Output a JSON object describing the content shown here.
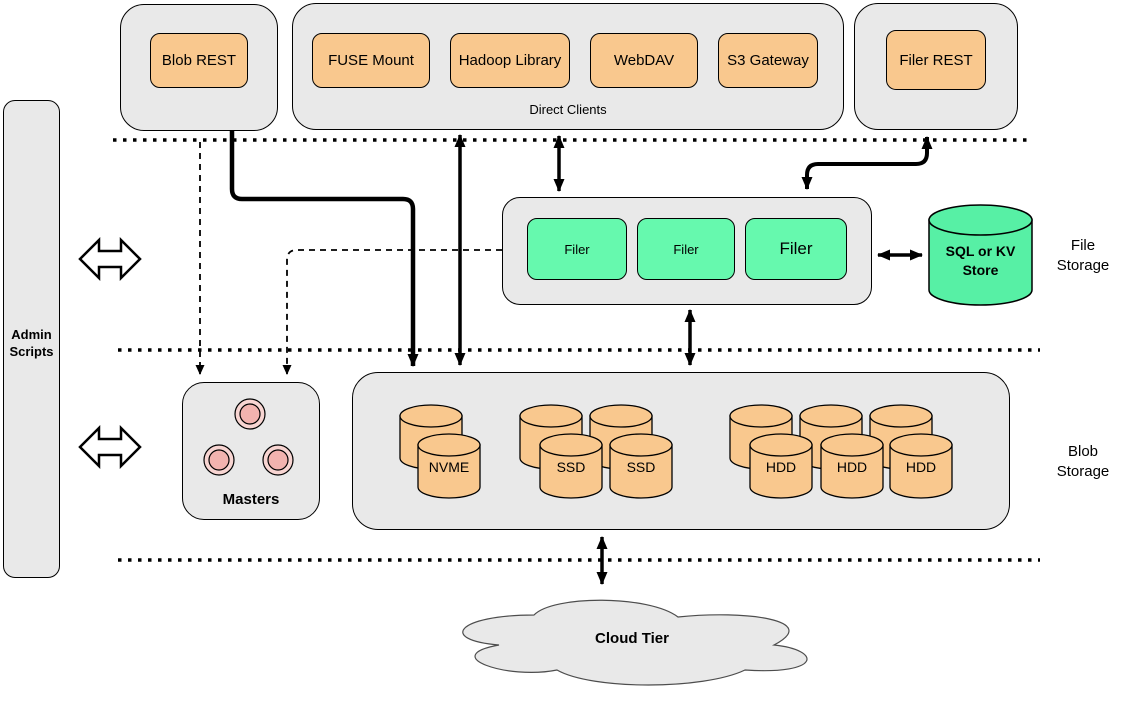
{
  "colors": {
    "node_gray": "#e9e9e9",
    "accent_orange": "#f9c88e",
    "filer_green": "#66f9ae",
    "store_green": "#57f0a5",
    "pink_outer": "#f8d5d2",
    "pink_inner": "#f2b3af"
  },
  "clients": {
    "blob_rest": "Blob REST",
    "direct_caption": "Direct Clients",
    "direct_items": [
      "FUSE Mount",
      "Hadoop Library",
      "WebDAV",
      "S3 Gateway"
    ],
    "filer_rest": "Filer REST"
  },
  "admin": {
    "label": "Admin Scripts"
  },
  "file_tier": {
    "label": "File Storage",
    "filers": [
      "Filer",
      "Filer",
      "Filer"
    ],
    "store": "SQL or KV Store"
  },
  "blob_tier": {
    "label": "Blob Storage",
    "masters": "Masters",
    "volumes": [
      "NVME",
      "SSD",
      "SSD",
      "HDD",
      "HDD",
      "HDD"
    ]
  },
  "cloud": {
    "label": "Cloud Tier"
  }
}
